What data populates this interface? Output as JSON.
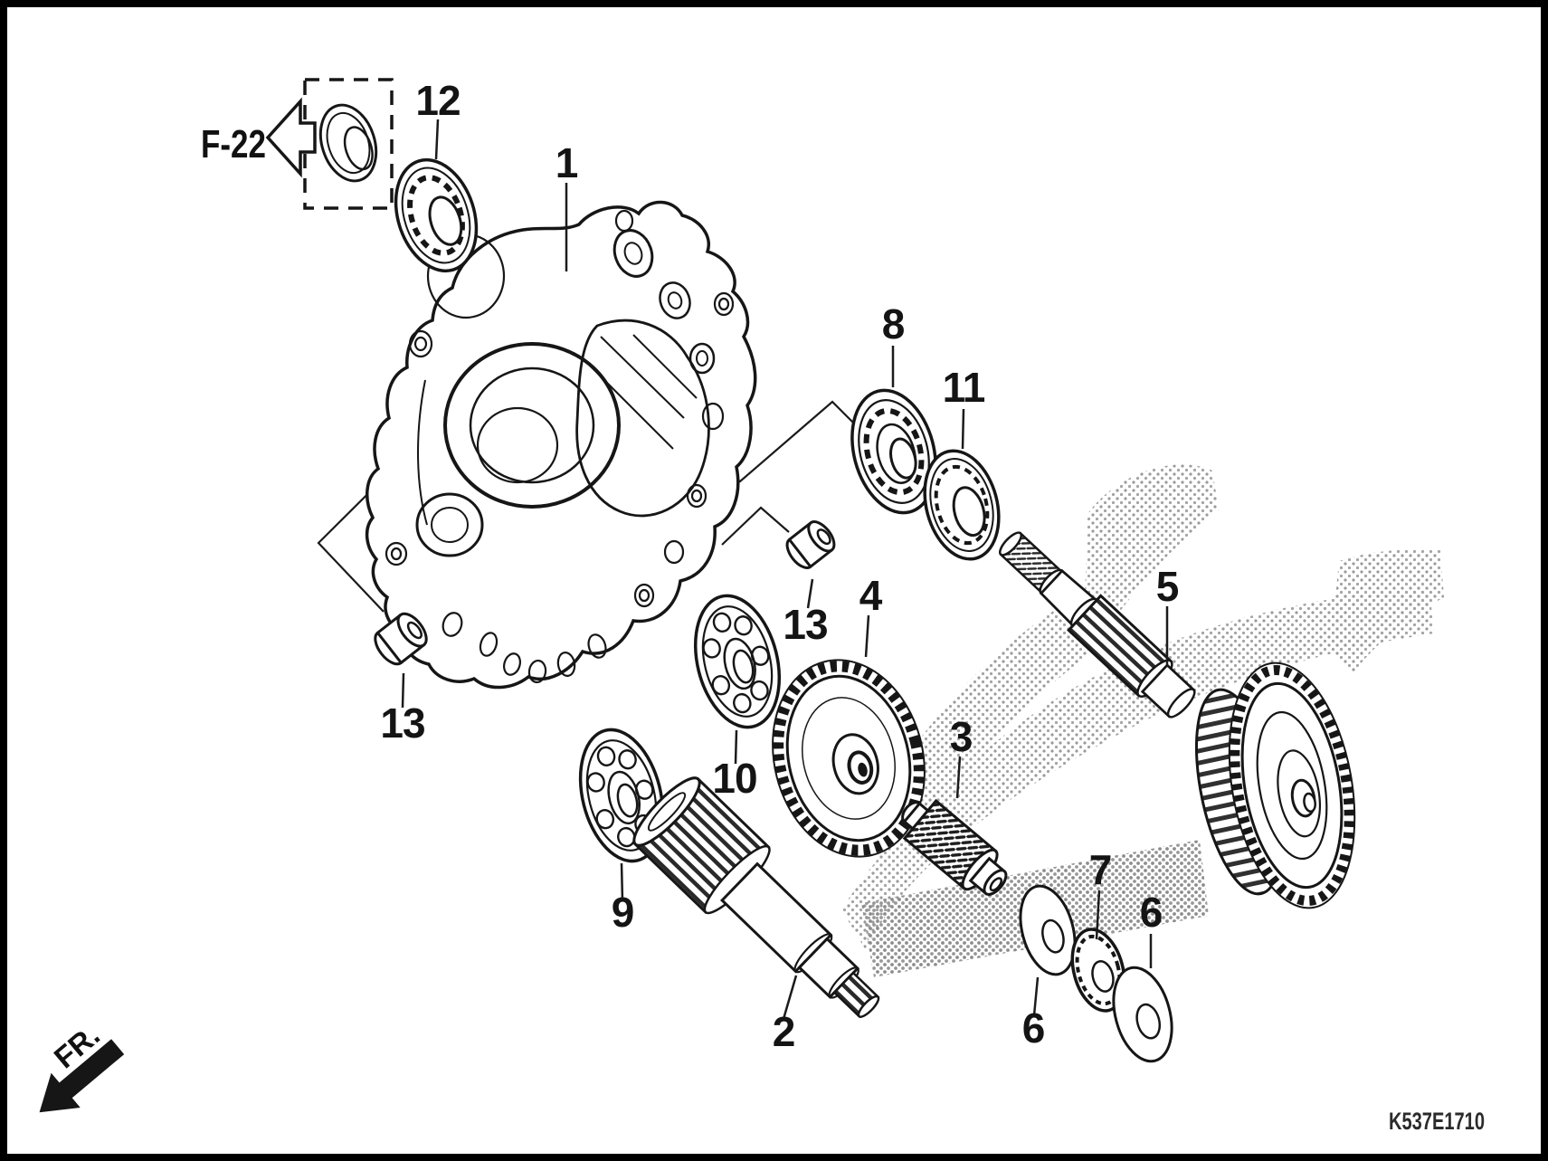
{
  "diagram": {
    "type": "exploded-parts-diagram",
    "subject": "transmission",
    "figure_ref": "F-22",
    "drawing_code": "K537E1710",
    "direction_label": "FR.",
    "callouts": {
      "part1": "1",
      "part2": "2",
      "part3": "3",
      "part4": "4",
      "part5": "5",
      "part6a": "6",
      "part6b": "6",
      "part7": "7",
      "part8": "8",
      "part9": "9",
      "part10": "10",
      "part11": "11",
      "part12": "12",
      "part13a": "13",
      "part13b": "13"
    },
    "colors": {
      "line": "#161616",
      "background": "#ffffff",
      "watermark_dots": "#9a9a9a",
      "frame_border": "#000000"
    }
  }
}
